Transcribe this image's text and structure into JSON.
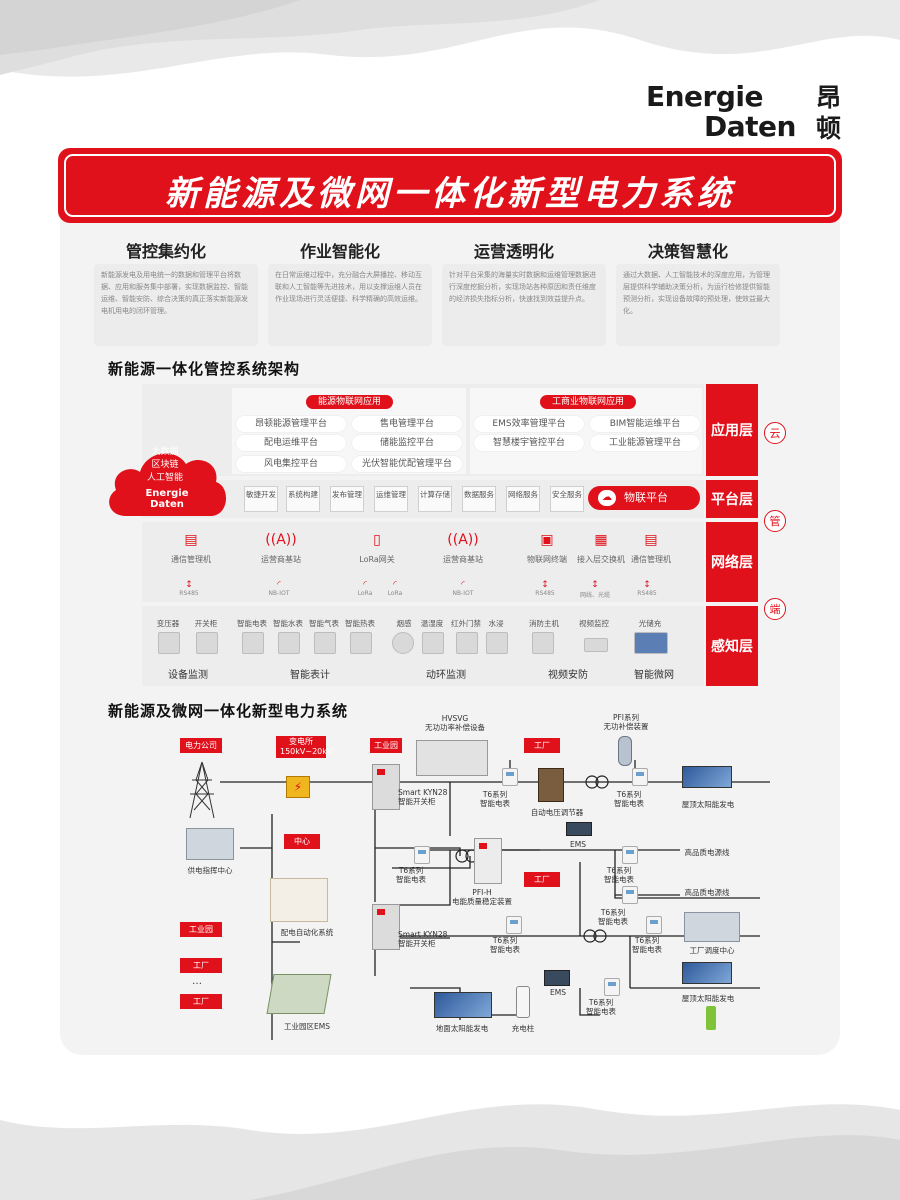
{
  "brand": {
    "name_en_line1": "Energie",
    "name_en_line2": "Daten",
    "name_cn_line1": "昂",
    "name_cn_line2": "顿"
  },
  "title": "新能源及微网一体化新型电力系统",
  "features": [
    {
      "title": "管控集约化",
      "text": "新能源发电及用电统一的数据和管理平台将数据、应用和服务集中部署，实现数据监控、智能运维、智能安防、综合决策的真正落实新能源发电机用电的闭环管理。"
    },
    {
      "title": "作业智能化",
      "text": "在日常运维过程中，充分融合大屏播控、移动互联和人工智能等先进技术，用以支撑运维人员在作业现场进行灵活便捷、科学精确的高效运维。"
    },
    {
      "title": "运营透明化",
      "text": "针对平台采集的海量实时数据和运维管理数据进行深度挖掘分析，实现场站各种原因和责任维度的经济损失指标分析，快速找到效益提升点。"
    },
    {
      "title": "决策智慧化",
      "text": "通过大数据、人工智能技术的深度应用，为管理层提供科学辅助决策分析，为运行检修提供智能预测分析，实现设备故障的预处理，使效益最大化。"
    }
  ],
  "arch": {
    "section_title": "新能源一体化管控系统架构",
    "cloud": {
      "lines": [
        "大数据",
        "区块链",
        "人工智能"
      ],
      "logo1": "Energie",
      "logo2": "Daten"
    },
    "layers": [
      "应用层",
      "平台层",
      "网络层",
      "感知层"
    ],
    "side_badges": [
      "云",
      "管",
      "端"
    ],
    "app_groups": [
      {
        "head": "能源物联网应用",
        "items": [
          "昂顿能源管理平台",
          "售电管理平台",
          "配电运维平台",
          "储能监控平台",
          "风电集控平台",
          "光伏智能优配管理平台"
        ]
      },
      {
        "head": "工商业物联网应用",
        "items": [
          "EMS效率管理平台",
          "BIM智能运维平台",
          "智慧楼宇管控平台",
          "工业能源管理平台"
        ]
      }
    ],
    "platform": [
      "敏捷开发",
      "系统构建",
      "发布管理",
      "运维管理",
      "计算存储",
      "数据服务",
      "网络服务",
      "安全服务"
    ],
    "iot_platform": "物联平台",
    "network": [
      "通信管理机",
      "运营商基站",
      "LoRa网关",
      "运营商基站",
      "物联网终端",
      "接入层交换机",
      "通信管理机"
    ],
    "protocols": [
      "RS485",
      "NB-IOT",
      "LoRa",
      "LoRa",
      "NB-IOT",
      "RS485",
      "网线、光缆",
      "RS485"
    ],
    "sensors": [
      "变压器",
      "开关柜",
      "智能电表",
      "智能水表",
      "智能气表",
      "智能热表",
      "烟感",
      "温湿度",
      "红外门禁",
      "水浸",
      "消防主机",
      "视频监控",
      "光储充"
    ],
    "sensor_groups": [
      "设备监测",
      "智能表计",
      "动环监测",
      "视频安防",
      "智能微网"
    ]
  },
  "power": {
    "section_title": "新能源及微网一体化新型电力系统",
    "tags": [
      "电力公司",
      "变电所\n150kV~20kV",
      "工业园",
      "工厂",
      "中心",
      "工厂",
      "工业园",
      "工厂",
      "…",
      "工厂"
    ],
    "labels": {
      "supply_center": "供电指挥中心",
      "distribution": "配电自动化系统",
      "park_ems": "工业园区EMS",
      "kyn1": "Smart KYN28\n智能开关柜",
      "kyn2": "Smart KYN28\n智能开关柜",
      "hvsvg": "HVSVG\n无功功率补偿设备",
      "pfi": "PFI系列\n无功补偿装置",
      "regulator": "自动电压调节器",
      "ems1": "EMS",
      "ems2": "EMS",
      "pfih": "PFI-H\n电能质量稳定装置",
      "rooftop1": "屋顶太阳能发电",
      "rooftop2": "屋顶太阳能发电",
      "hq_line1": "高品质电源线",
      "hq_line2": "高品质电源线",
      "dispatch": "工厂调度中心",
      "ground_pv": "地面太阳能发电",
      "charger": "充电柱",
      "t6": "T6系列\n智能电表"
    }
  },
  "colors": {
    "brand_red": "#e0111b",
    "panel_bg": "#f3f3f3"
  }
}
